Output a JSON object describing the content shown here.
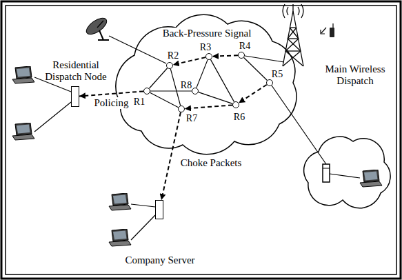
{
  "diagram": {
    "nodes": [
      {
        "text": [
          "Residential Dispatch Node"
        ]
      },
      {
        "text": [
          "R1"
        ]
      },
      {
        "text": [
          "R2"
        ]
      },
      {
        "text": [
          "R3"
        ]
      },
      {
        "text": [
          "R4"
        ]
      },
      {
        "text": [
          "R5"
        ]
      },
      {
        "text": [
          "R6"
        ]
      },
      {
        "text": [
          "R7"
        ]
      },
      {
        "text": [
          "R8"
        ]
      },
      {
        "text": [
          "Company Server"
        ]
      }
    ],
    "edges": [
      {
        "from": 1,
        "to": 2,
        "arrow": "none"
      },
      {
        "from": 1,
        "to": 8,
        "arrow": "none"
      },
      {
        "from": 1,
        "to": 7,
        "arrow": "none"
      },
      {
        "from": 2,
        "to": 7,
        "arrow": "none"
      },
      {
        "from": 3,
        "to": 8,
        "arrow": "none"
      },
      {
        "from": 3,
        "to": 6,
        "arrow": "none"
      },
      {
        "from": 8,
        "to": 6,
        "arrow": "none"
      },
      {
        "from": 4,
        "to": 5,
        "arrow": "none"
      },
      {
        "from": 4,
        "to": 3,
        "arrow": "to"
      },
      {
        "from": 3,
        "to": 2,
        "arrow": "to"
      },
      {
        "from": 5,
        "to": 6,
        "arrow": "to"
      },
      {
        "from": 6,
        "to": 7,
        "arrow": "to"
      },
      {
        "from": 7,
        "to": 9,
        "arrow": "to"
      },
      {
        "from": 1,
        "to": 0,
        "label": "Policing",
        "arrow": "to"
      }
    ],
    "labels": [
      "Back-Pressure Signal",
      "Main Wireless Dispatch",
      "Choke Packets"
    ]
  }
}
